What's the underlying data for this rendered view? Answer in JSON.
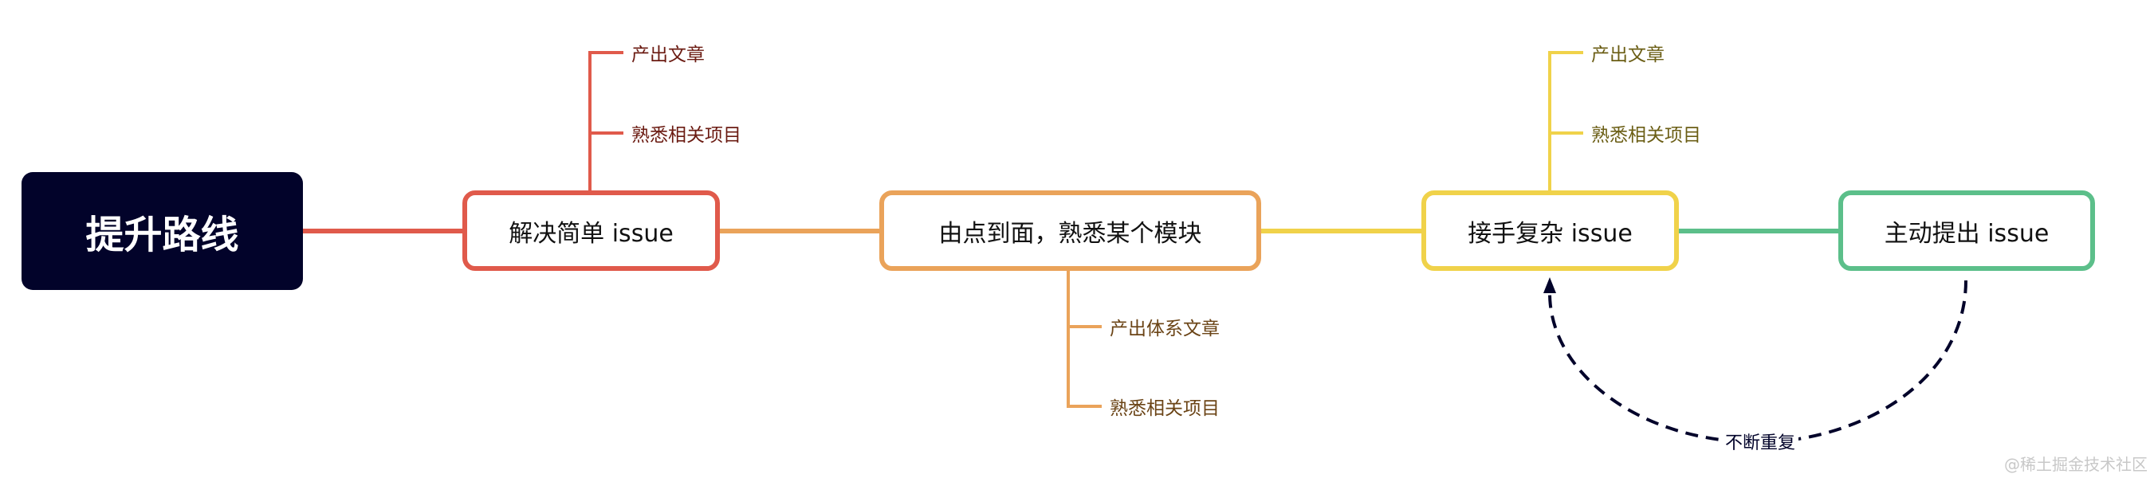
{
  "root": {
    "label": "提升路线",
    "color": "#02032a"
  },
  "nodes": [
    {
      "label": "解决简单 issue",
      "color": "#e05a4b",
      "children": [
        "产出文章",
        "熟悉相关项目"
      ],
      "child_color": "#6b1b12"
    },
    {
      "label": "由点到面，熟悉某个模块",
      "color": "#eaa35a",
      "children": [
        "产出体系文章",
        "熟悉相关项目"
      ],
      "child_color": "#6b4416"
    },
    {
      "label": "接手复杂 issue",
      "color": "#f0d24a",
      "children": [
        "产出文章",
        "熟悉相关项目"
      ],
      "child_color": "#6b5e15"
    },
    {
      "label": "主动提出 issue",
      "color": "#5cbf8a",
      "children": []
    }
  ],
  "loop": {
    "label": "不断重复",
    "from": "主动提出 issue",
    "to": "接手复杂 issue"
  },
  "watermark": "@稀土掘金技术社区"
}
